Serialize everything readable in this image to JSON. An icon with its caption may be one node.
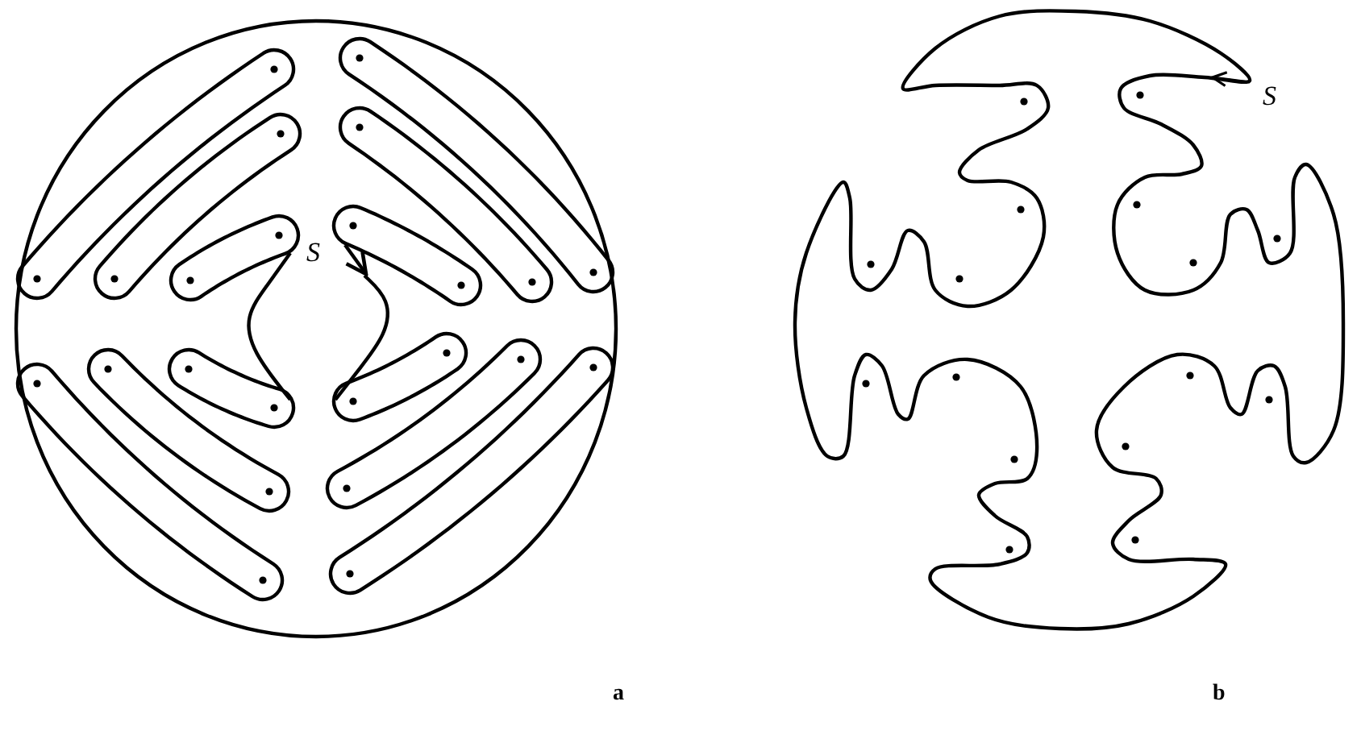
{
  "diagram": {
    "labels": [
      "S",
      "S",
      "a",
      "b"
    ]
  }
}
